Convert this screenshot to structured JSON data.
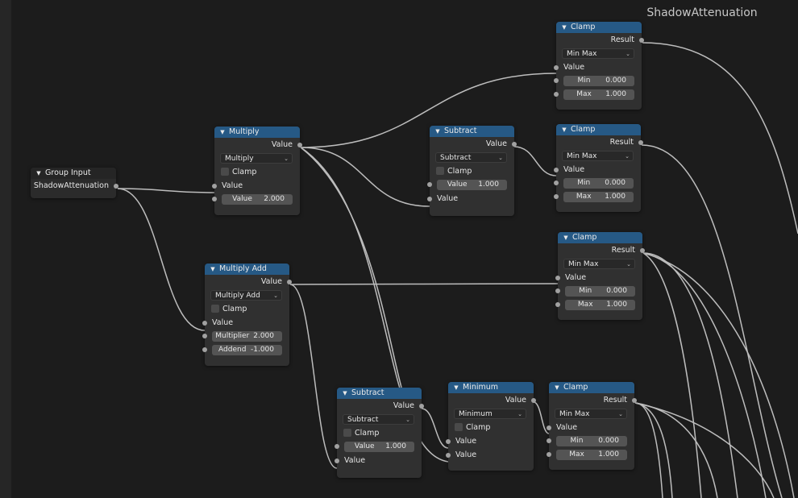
{
  "node_tree_name": "ShadowAttenuation",
  "nodes": {
    "group_input": {
      "title": "Group Input",
      "output": "ShadowAttenuation"
    },
    "multiply": {
      "title": "Multiply",
      "output": "Value",
      "operation": "Multiply",
      "clamp_label": "Clamp",
      "input_label": "Value",
      "field_label": "Value",
      "field_value": "2.000"
    },
    "multiply_add": {
      "title": "Multiply Add",
      "output": "Value",
      "operation": "Multiply Add",
      "clamp_label": "Clamp",
      "input_label": "Value",
      "multiplier_label": "Multiplier",
      "multiplier_value": "2.000",
      "addend_label": "Addend",
      "addend_value": "-1.000"
    },
    "subtract_top": {
      "title": "Subtract",
      "output": "Value",
      "operation": "Subtract",
      "clamp_label": "Clamp",
      "field_label": "Value",
      "field_value": "1.000",
      "input_label": "Value"
    },
    "subtract_bottom": {
      "title": "Subtract",
      "output": "Value",
      "operation": "Subtract",
      "clamp_label": "Clamp",
      "field_label": "Value",
      "field_value": "1.000",
      "input_label": "Value"
    },
    "minimum": {
      "title": "Minimum",
      "output": "Value",
      "operation": "Minimum",
      "clamp_label": "Clamp",
      "input1_label": "Value",
      "input2_label": "Value"
    },
    "clamp1": {
      "title": "Clamp",
      "output": "Result",
      "mode": "Min Max",
      "input_label": "Value",
      "min_label": "Min",
      "min_value": "0.000",
      "max_label": "Max",
      "max_value": "1.000"
    },
    "clamp2": {
      "title": "Clamp",
      "output": "Result",
      "mode": "Min Max",
      "input_label": "Value",
      "min_label": "Min",
      "min_value": "0.000",
      "max_label": "Max",
      "max_value": "1.000"
    },
    "clamp3": {
      "title": "Clamp",
      "output": "Result",
      "mode": "Min Max",
      "input_label": "Value",
      "min_label": "Min",
      "min_value": "0.000",
      "max_label": "Max",
      "max_value": "1.000"
    },
    "clamp4": {
      "title": "Clamp",
      "output": "Result",
      "mode": "Min Max",
      "input_label": "Value",
      "min_label": "Min",
      "min_value": "0.000",
      "max_label": "Max",
      "max_value": "1.000"
    }
  },
  "colors": {
    "background": "#1c1c1c",
    "node_body": "#303030",
    "math_header": "#265985",
    "group_header": "#252525",
    "socket": "#a1a1a1",
    "link": "#bdbdbd"
  },
  "icons": {
    "collapse": "chevron-down-icon",
    "dropdown": "chevron-down-icon"
  }
}
